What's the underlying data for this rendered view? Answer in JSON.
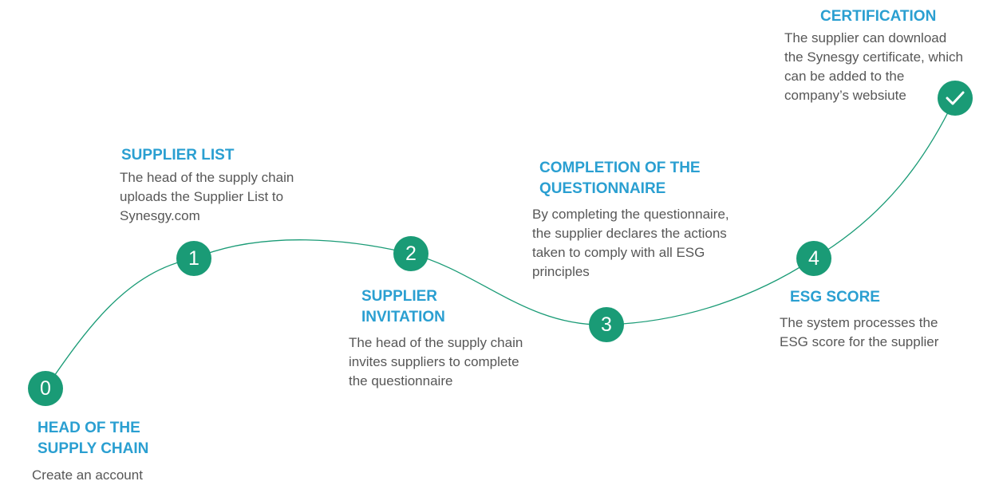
{
  "colors": {
    "accent": "#1a9b76",
    "heading": "#2a9fd1",
    "text": "#575757"
  },
  "steps": [
    {
      "number": "0",
      "title": [
        "HEAD OF THE",
        "SUPPLY CHAIN"
      ],
      "description": [
        "Create an account"
      ]
    },
    {
      "number": "1",
      "title": [
        "SUPPLIER LIST"
      ],
      "description": [
        "The head of the supply chain",
        "uploads the Supplier List to",
        "Synesgy.com"
      ]
    },
    {
      "number": "2",
      "title": [
        "SUPPLIER",
        "INVITATION"
      ],
      "description": [
        "The head of the supply chain",
        "invites suppliers to complete",
        "the questionnaire"
      ]
    },
    {
      "number": "3",
      "title": [
        "COMPLETION OF THE",
        "QUESTIONNAIRE"
      ],
      "description": [
        "By completing the questionnaire,",
        "the supplier declares the actions",
        "taken to comply with all ESG",
        "principles"
      ]
    },
    {
      "number": "4",
      "title": [
        "ESG SCORE"
      ],
      "description": [
        "The system processes the",
        "ESG score for the supplier"
      ]
    },
    {
      "icon": "checkmark-icon",
      "title": [
        "CERTIFICATION"
      ],
      "description": [
        "The supplier can download",
        "the Synesgy certificate, which",
        "can be added to the",
        "company’s websiute"
      ]
    }
  ]
}
